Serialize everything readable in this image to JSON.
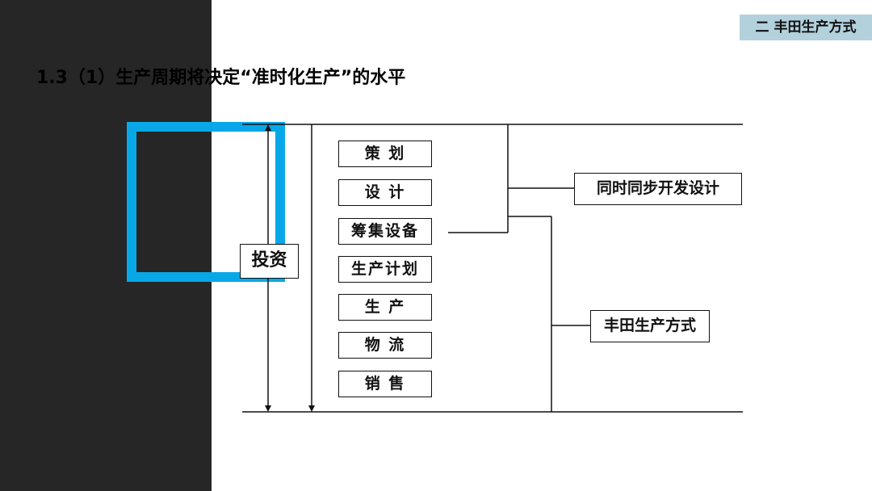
{
  "slide": {
    "section_badge": "二 丰田生产方式",
    "title": "1.3（1）生产周期将决定“准时化生产”的水平"
  },
  "diagram": {
    "invest_label": "投资",
    "steps": [
      "策 划",
      "设 计",
      "筹集设备",
      "生产计划",
      "生 产",
      "物 流",
      "销 售"
    ],
    "upper_group_label": "同时同步开发设计",
    "lower_group_label": "丰田生产方式"
  },
  "colors": {
    "dark_panel": "#262626",
    "accent_blue": "#08a8e8",
    "badge_bg": "#b3d1dd"
  }
}
